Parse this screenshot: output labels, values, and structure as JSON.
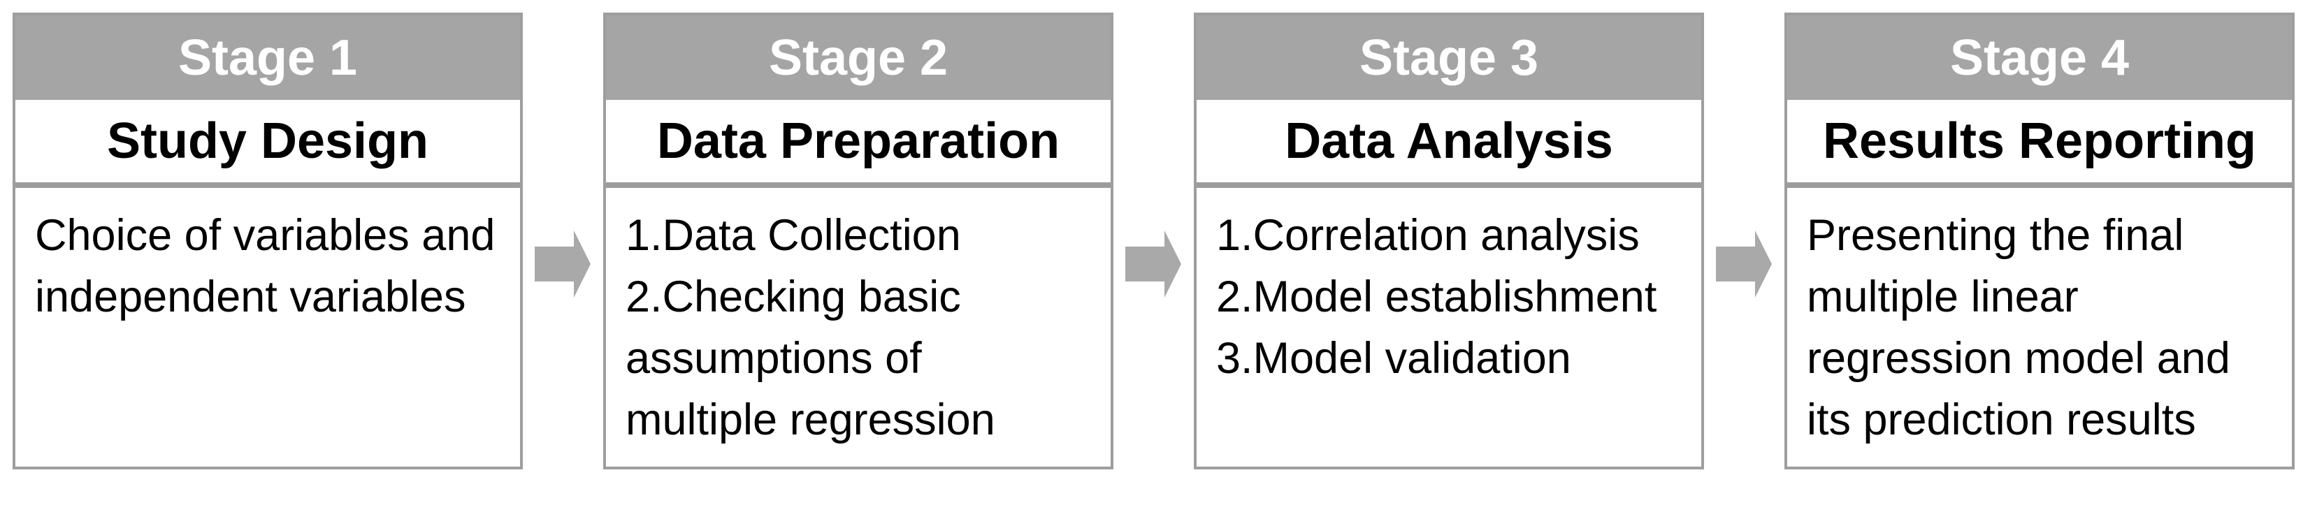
{
  "stages": [
    {
      "header": "Stage 1",
      "title": "Study Design",
      "body": [
        "Choice of variables and\nindependent variables"
      ]
    },
    {
      "header": "Stage 2",
      "title": "Data Preparation",
      "body": [
        "1.Data Collection",
        "2.Checking basic\nassumptions of\nmultiple regression"
      ]
    },
    {
      "header": "Stage 3",
      "title": "Data Analysis",
      "body": [
        "1.Correlation analysis",
        "2.Model establishment",
        "3.Model validation"
      ]
    },
    {
      "header": "Stage 4",
      "title": "Results Reporting",
      "body": [
        "Presenting the final\nmultiple linear\nregression model and\nits prediction results"
      ]
    }
  ],
  "icons": {
    "between_stages": "right-block-arrow"
  },
  "colors": {
    "header_bg": "#a5a5a5",
    "header_text": "#ffffff",
    "title_text": "#000000",
    "body_text": "#000000",
    "box_border": "#9e9e9e",
    "divider": "#9c9c9c",
    "arrow_fill": "#a9a9a9",
    "background": "#ffffff"
  }
}
